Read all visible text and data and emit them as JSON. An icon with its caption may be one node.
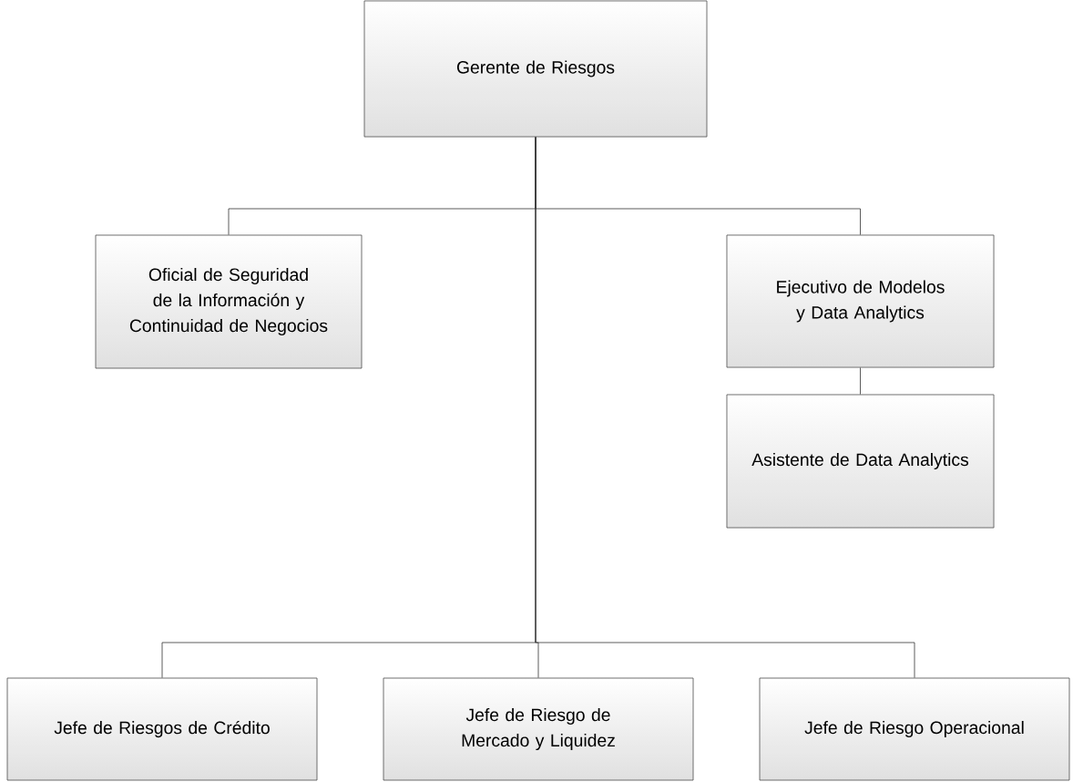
{
  "diagram": {
    "nodes": [
      {
        "text": [
          "Gerente de Riesgos"
        ]
      },
      {
        "text": [
          "Oficial de Seguridad de la Información y Continuidad de Negocios"
        ]
      },
      {
        "text": [
          "Ejecutivo de Modelos y Data Analytics"
        ]
      },
      {
        "text": [
          "Asistente de Data Analytics"
        ]
      },
      {
        "text": [
          "Jefe de Riesgos de Crédito"
        ]
      },
      {
        "text": [
          "Jefe de Riesgo de Mercado y Liquidez"
        ]
      },
      {
        "text": [
          "Jefe de Riesgo Operacional"
        ]
      }
    ],
    "edges": [
      {
        "from": 0,
        "to": 1,
        "arrow": "none"
      },
      {
        "from": 0,
        "to": 2,
        "arrow": "none"
      },
      {
        "from": 2,
        "to": 3,
        "arrow": "none"
      },
      {
        "from": 0,
        "to": 4,
        "arrow": "none"
      },
      {
        "from": 0,
        "to": 5,
        "arrow": "none"
      },
      {
        "from": 0,
        "to": 6,
        "arrow": "none"
      }
    ]
  }
}
